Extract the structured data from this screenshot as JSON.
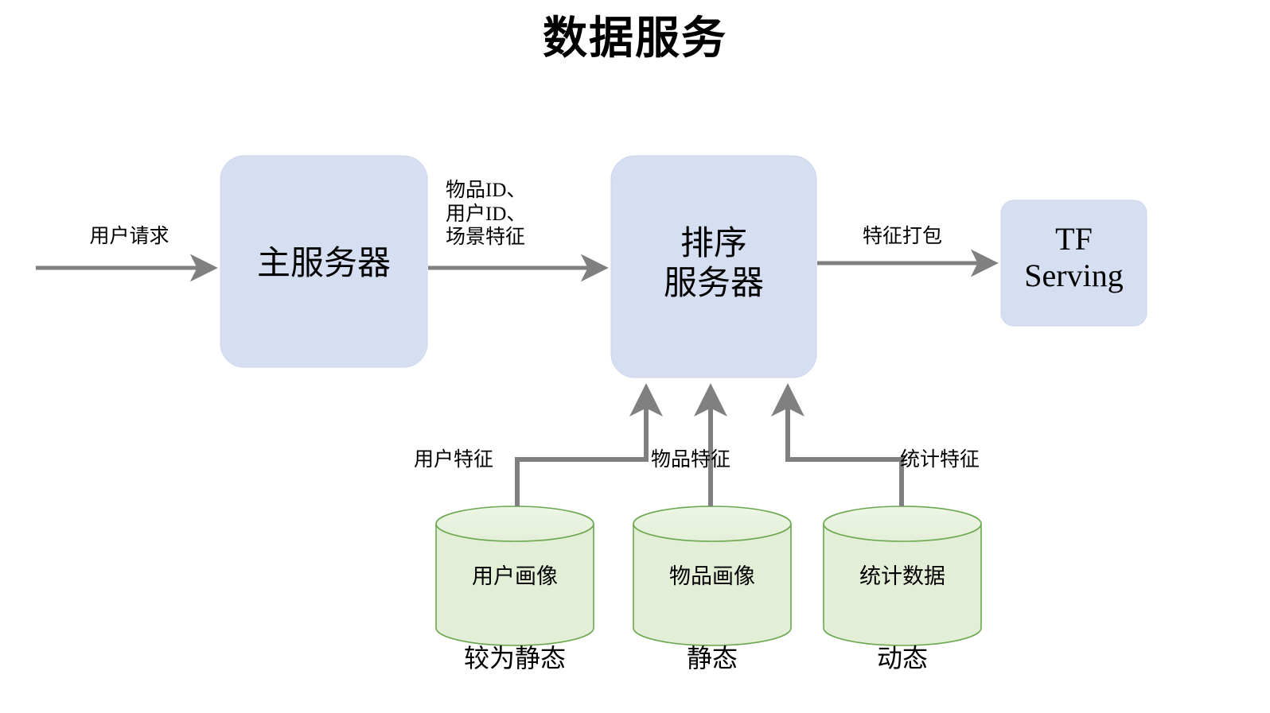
{
  "page": {
    "title": "数据服务",
    "background_color": "#ffffff"
  },
  "palette": {
    "process_fill": "#d6dff2",
    "process_stroke": "#c3cfe8",
    "db_fill": "#e3eed7",
    "db_top_fill": "#e9f2e0",
    "db_stroke": "#6aa84f",
    "connector": "#808080",
    "text": "#000000"
  },
  "nodes": [
    {
      "id": "main-server",
      "label": "主服务器",
      "kind": "process",
      "lines": [
        "主服务器"
      ]
    },
    {
      "id": "ranking-server",
      "label": "排序服务器",
      "kind": "process",
      "lines": [
        "排序",
        "服务器"
      ]
    },
    {
      "id": "tf-serving",
      "label": "TF Serving",
      "kind": "process",
      "lines": [
        "TF",
        "Serving"
      ]
    },
    {
      "id": "user-profile-db",
      "label": "用户画像",
      "kind": "database"
    },
    {
      "id": "item-profile-db",
      "label": "物品画像",
      "kind": "database"
    },
    {
      "id": "stats-data-db",
      "label": "统计数据",
      "kind": "database"
    }
  ],
  "node_text": {
    "main_server": "主服务器",
    "ranking_server_line1": "排序",
    "ranking_server_line2": "服务器",
    "tf_serving_line1": "TF",
    "tf_serving_line2": "Serving",
    "user_profile_db": "用户画像",
    "item_profile_db": "物品画像",
    "stats_data_db": "统计数据"
  },
  "edges": [
    {
      "id": "request-edge",
      "from": "user",
      "to": "main-server",
      "label": "用户请求"
    },
    {
      "id": "ids-edge",
      "from": "main-server",
      "to": "ranking-server",
      "label": "物品ID、\n用户ID、\n场景特征"
    },
    {
      "id": "package-edge",
      "from": "ranking-server",
      "to": "tf-serving",
      "label": "特征打包"
    },
    {
      "id": "user-feat-edge",
      "from": "user-profile-db",
      "to": "ranking-server",
      "label": "用户特征"
    },
    {
      "id": "item-feat-edge",
      "from": "item-profile-db",
      "to": "ranking-server",
      "label": "物品特征"
    },
    {
      "id": "stat-feat-edge",
      "from": "stats-data-db",
      "to": "ranking-server",
      "label": "统计特征"
    }
  ],
  "edge_text": {
    "user_request": "用户请求",
    "ids_line1": "物品ID、",
    "ids_line2": "用户ID、",
    "ids_line3": "场景特征",
    "feature_package": "特征打包",
    "user_feature": "用户特征",
    "item_feature": "物品特征",
    "stat_feature": "统计特征"
  },
  "captions": {
    "user_profile": "较为静态",
    "item_profile": "静态",
    "stats_data": "动态"
  }
}
